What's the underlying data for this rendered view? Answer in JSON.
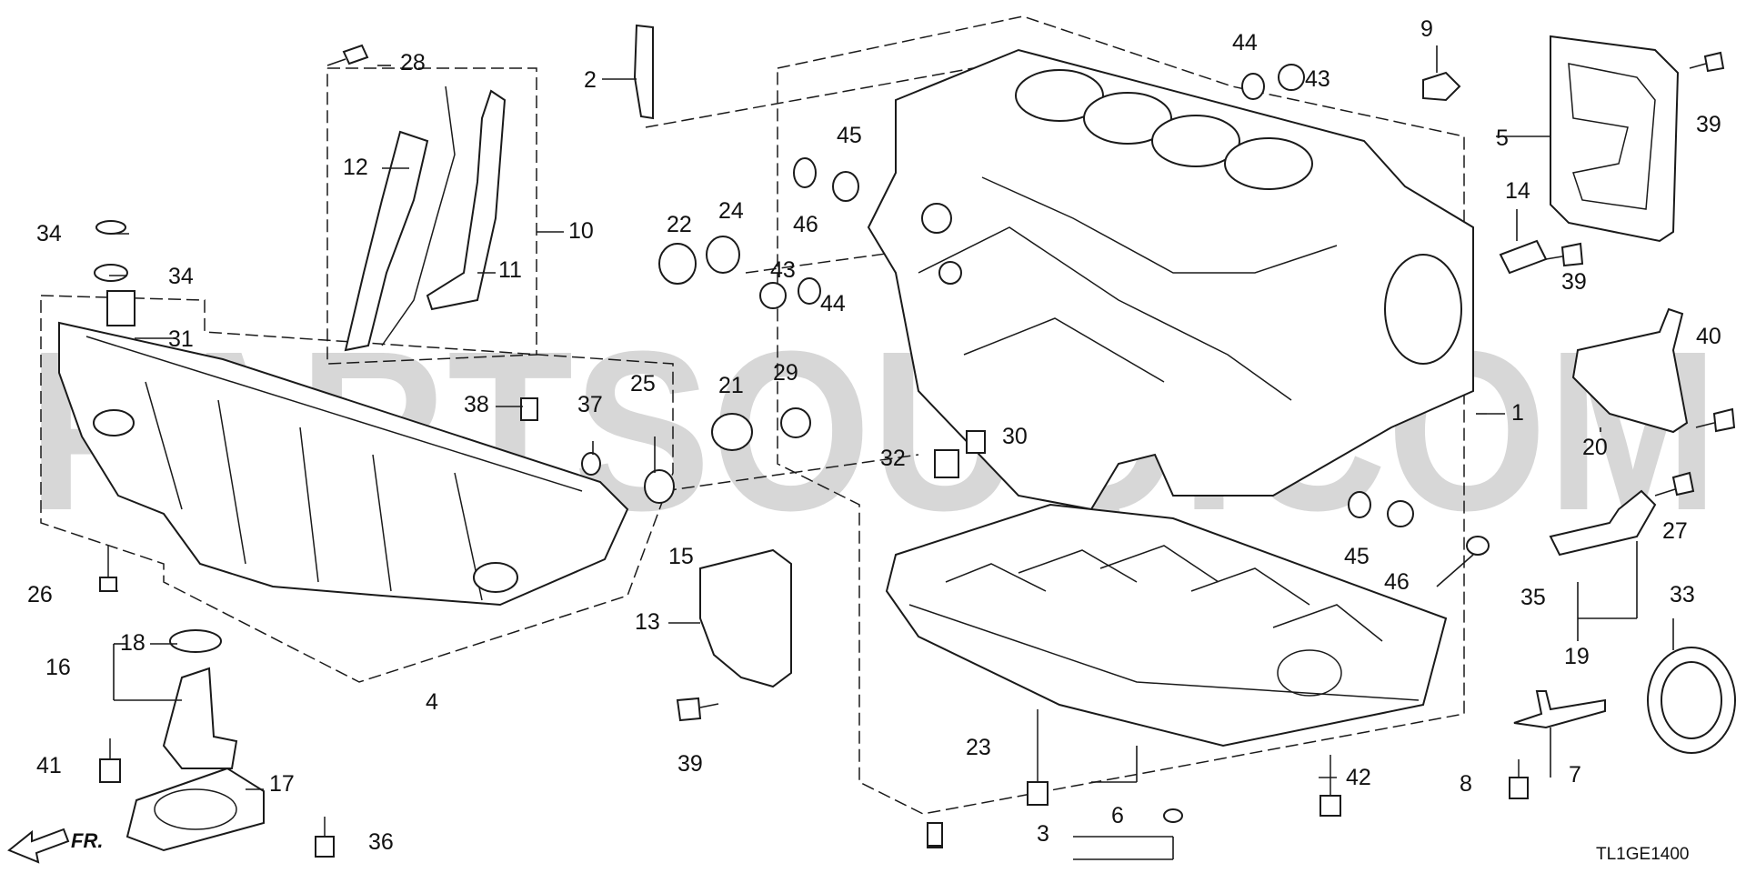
{
  "diagram": {
    "watermark": "PARTSOUQ.COM",
    "drawing_code": "TL1GE1400",
    "front_marker": "FR.",
    "callouts": [
      "1",
      "2",
      "3",
      "4",
      "5",
      "6",
      "7",
      "8",
      "9",
      "10",
      "11",
      "12",
      "13",
      "14",
      "15",
      "16",
      "17",
      "18",
      "19",
      "20",
      "21",
      "22",
      "23",
      "24",
      "25",
      "26",
      "27",
      "28",
      "29",
      "30",
      "31",
      "32",
      "33",
      "34",
      "35",
      "36",
      "37",
      "38",
      "39",
      "40",
      "41",
      "42",
      "43",
      "44",
      "45",
      "46"
    ]
  },
  "colors": {
    "line": "#1a1a1a",
    "watermark": "#d7d7d7",
    "background": "#ffffff"
  }
}
